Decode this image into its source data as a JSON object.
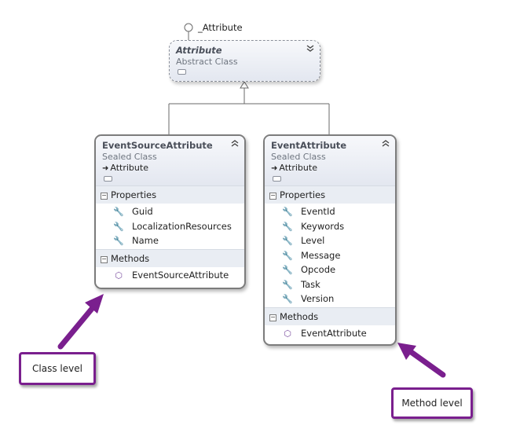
{
  "interface": {
    "label": "_Attribute"
  },
  "classes": {
    "attribute": {
      "name": "Attribute",
      "kind": "Abstract Class"
    },
    "event_source": {
      "name": "EventSourceAttribute",
      "kind": "Sealed Class",
      "base": "Attribute",
      "properties_label": "Properties",
      "properties": [
        "Guid",
        "LocalizationResources",
        "Name"
      ],
      "methods_label": "Methods",
      "methods": [
        "EventSourceAttribute"
      ]
    },
    "event": {
      "name": "EventAttribute",
      "kind": "Sealed Class",
      "base": "Attribute",
      "properties_label": "Properties",
      "properties": [
        "EventId",
        "Keywords",
        "Level",
        "Message",
        "Opcode",
        "Task",
        "Version"
      ],
      "methods_label": "Methods",
      "methods": [
        "EventAttribute"
      ]
    }
  },
  "callouts": {
    "class_level": "Class level",
    "method_level": "Method level"
  },
  "colors": {
    "callout_border": "#7a1f8e",
    "arrow": "#7a1f8e",
    "class_border": "#7c7c7c",
    "header_gradient_top": "#f7f8fb",
    "header_gradient_bottom": "#e3e7f0"
  },
  "icons": {
    "property": "wrench-icon",
    "method": "cube-icon",
    "inherit": "arrow-right-icon",
    "collapse": "double-chevron-up-icon",
    "expand": "double-chevron-down-icon",
    "interface": "lollipop-icon"
  }
}
